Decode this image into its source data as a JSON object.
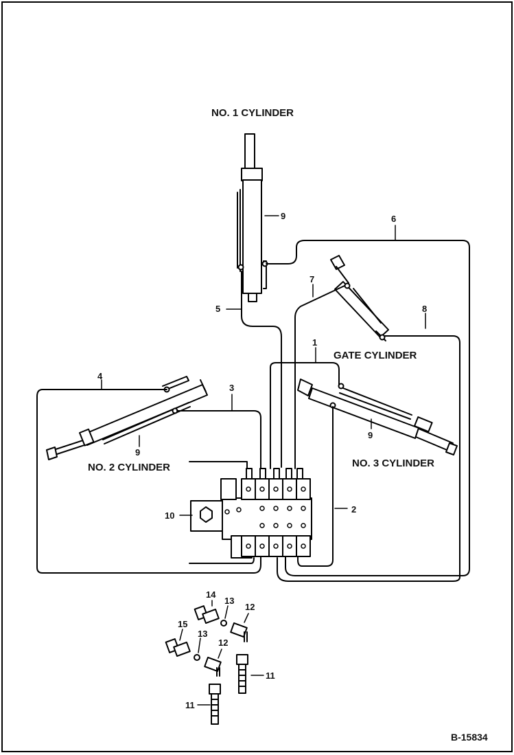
{
  "labels": {
    "cyl1": "NO. 1 CYLINDER",
    "cyl2": "NO. 2 CYLINDER",
    "cyl3": "NO. 3 CYLINDER",
    "gate": "GATE CYLINDER",
    "figure_id": "B-15834"
  },
  "callouts": {
    "c1": "1",
    "c2": "2",
    "c3": "3",
    "c4": "4",
    "c5": "5",
    "c6": "6",
    "c7": "7",
    "c8": "8",
    "c9a": "9",
    "c9b": "9",
    "c9c": "9",
    "c10": "10",
    "c11a": "11",
    "c11b": "11",
    "c12a": "12",
    "c12b": "12",
    "c13a": "13",
    "c13b": "13",
    "c14": "14",
    "c15": "15"
  }
}
